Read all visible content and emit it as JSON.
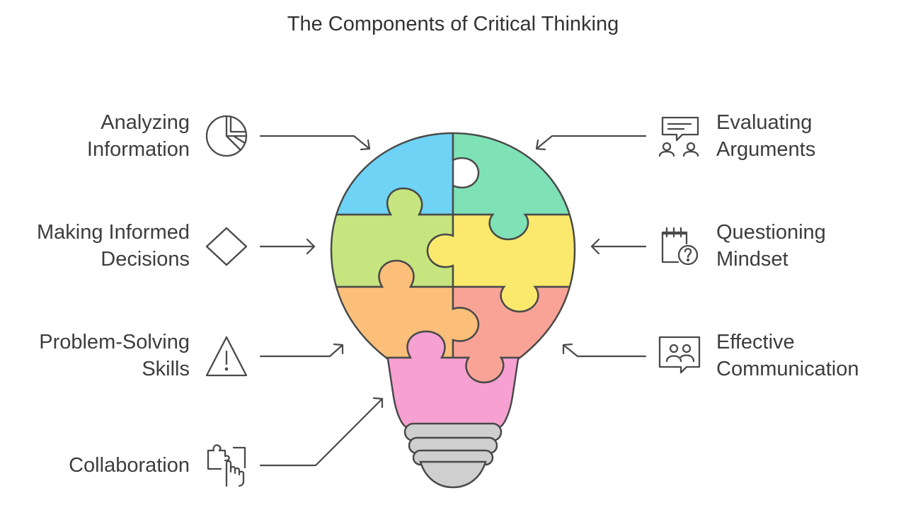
{
  "title": "The Components of Critical Thinking",
  "components": [
    {
      "side": "left",
      "icon": "pie-chart-icon",
      "line1": "Analyzing",
      "line2": "Information",
      "color": "#6ed3f5"
    },
    {
      "side": "left",
      "icon": "diamond-icon",
      "line1": "Making Informed",
      "line2": "Decisions",
      "color": "#c6e57e"
    },
    {
      "side": "left",
      "icon": "warning-icon",
      "line1": "Problem-Solving",
      "line2": "Skills",
      "color": "#fbbf7a"
    },
    {
      "side": "left",
      "icon": "puzzle-hand-icon",
      "line1": "Collaboration",
      "line2": "",
      "color": "#f7a1d2"
    },
    {
      "side": "right",
      "icon": "debate-icon",
      "line1": "Evaluating",
      "line2": "Arguments",
      "color": "#7fe2b7"
    },
    {
      "side": "right",
      "icon": "calendar-question-icon",
      "line1": "Questioning",
      "line2": "Mindset",
      "color": "#fae96c"
    },
    {
      "side": "right",
      "icon": "people-chat-icon",
      "line1": "Effective",
      "line2": "Communication",
      "color": "#f9a397"
    }
  ],
  "colors": {
    "outline": "#4a4a4a",
    "base": "#cfcfcf"
  }
}
